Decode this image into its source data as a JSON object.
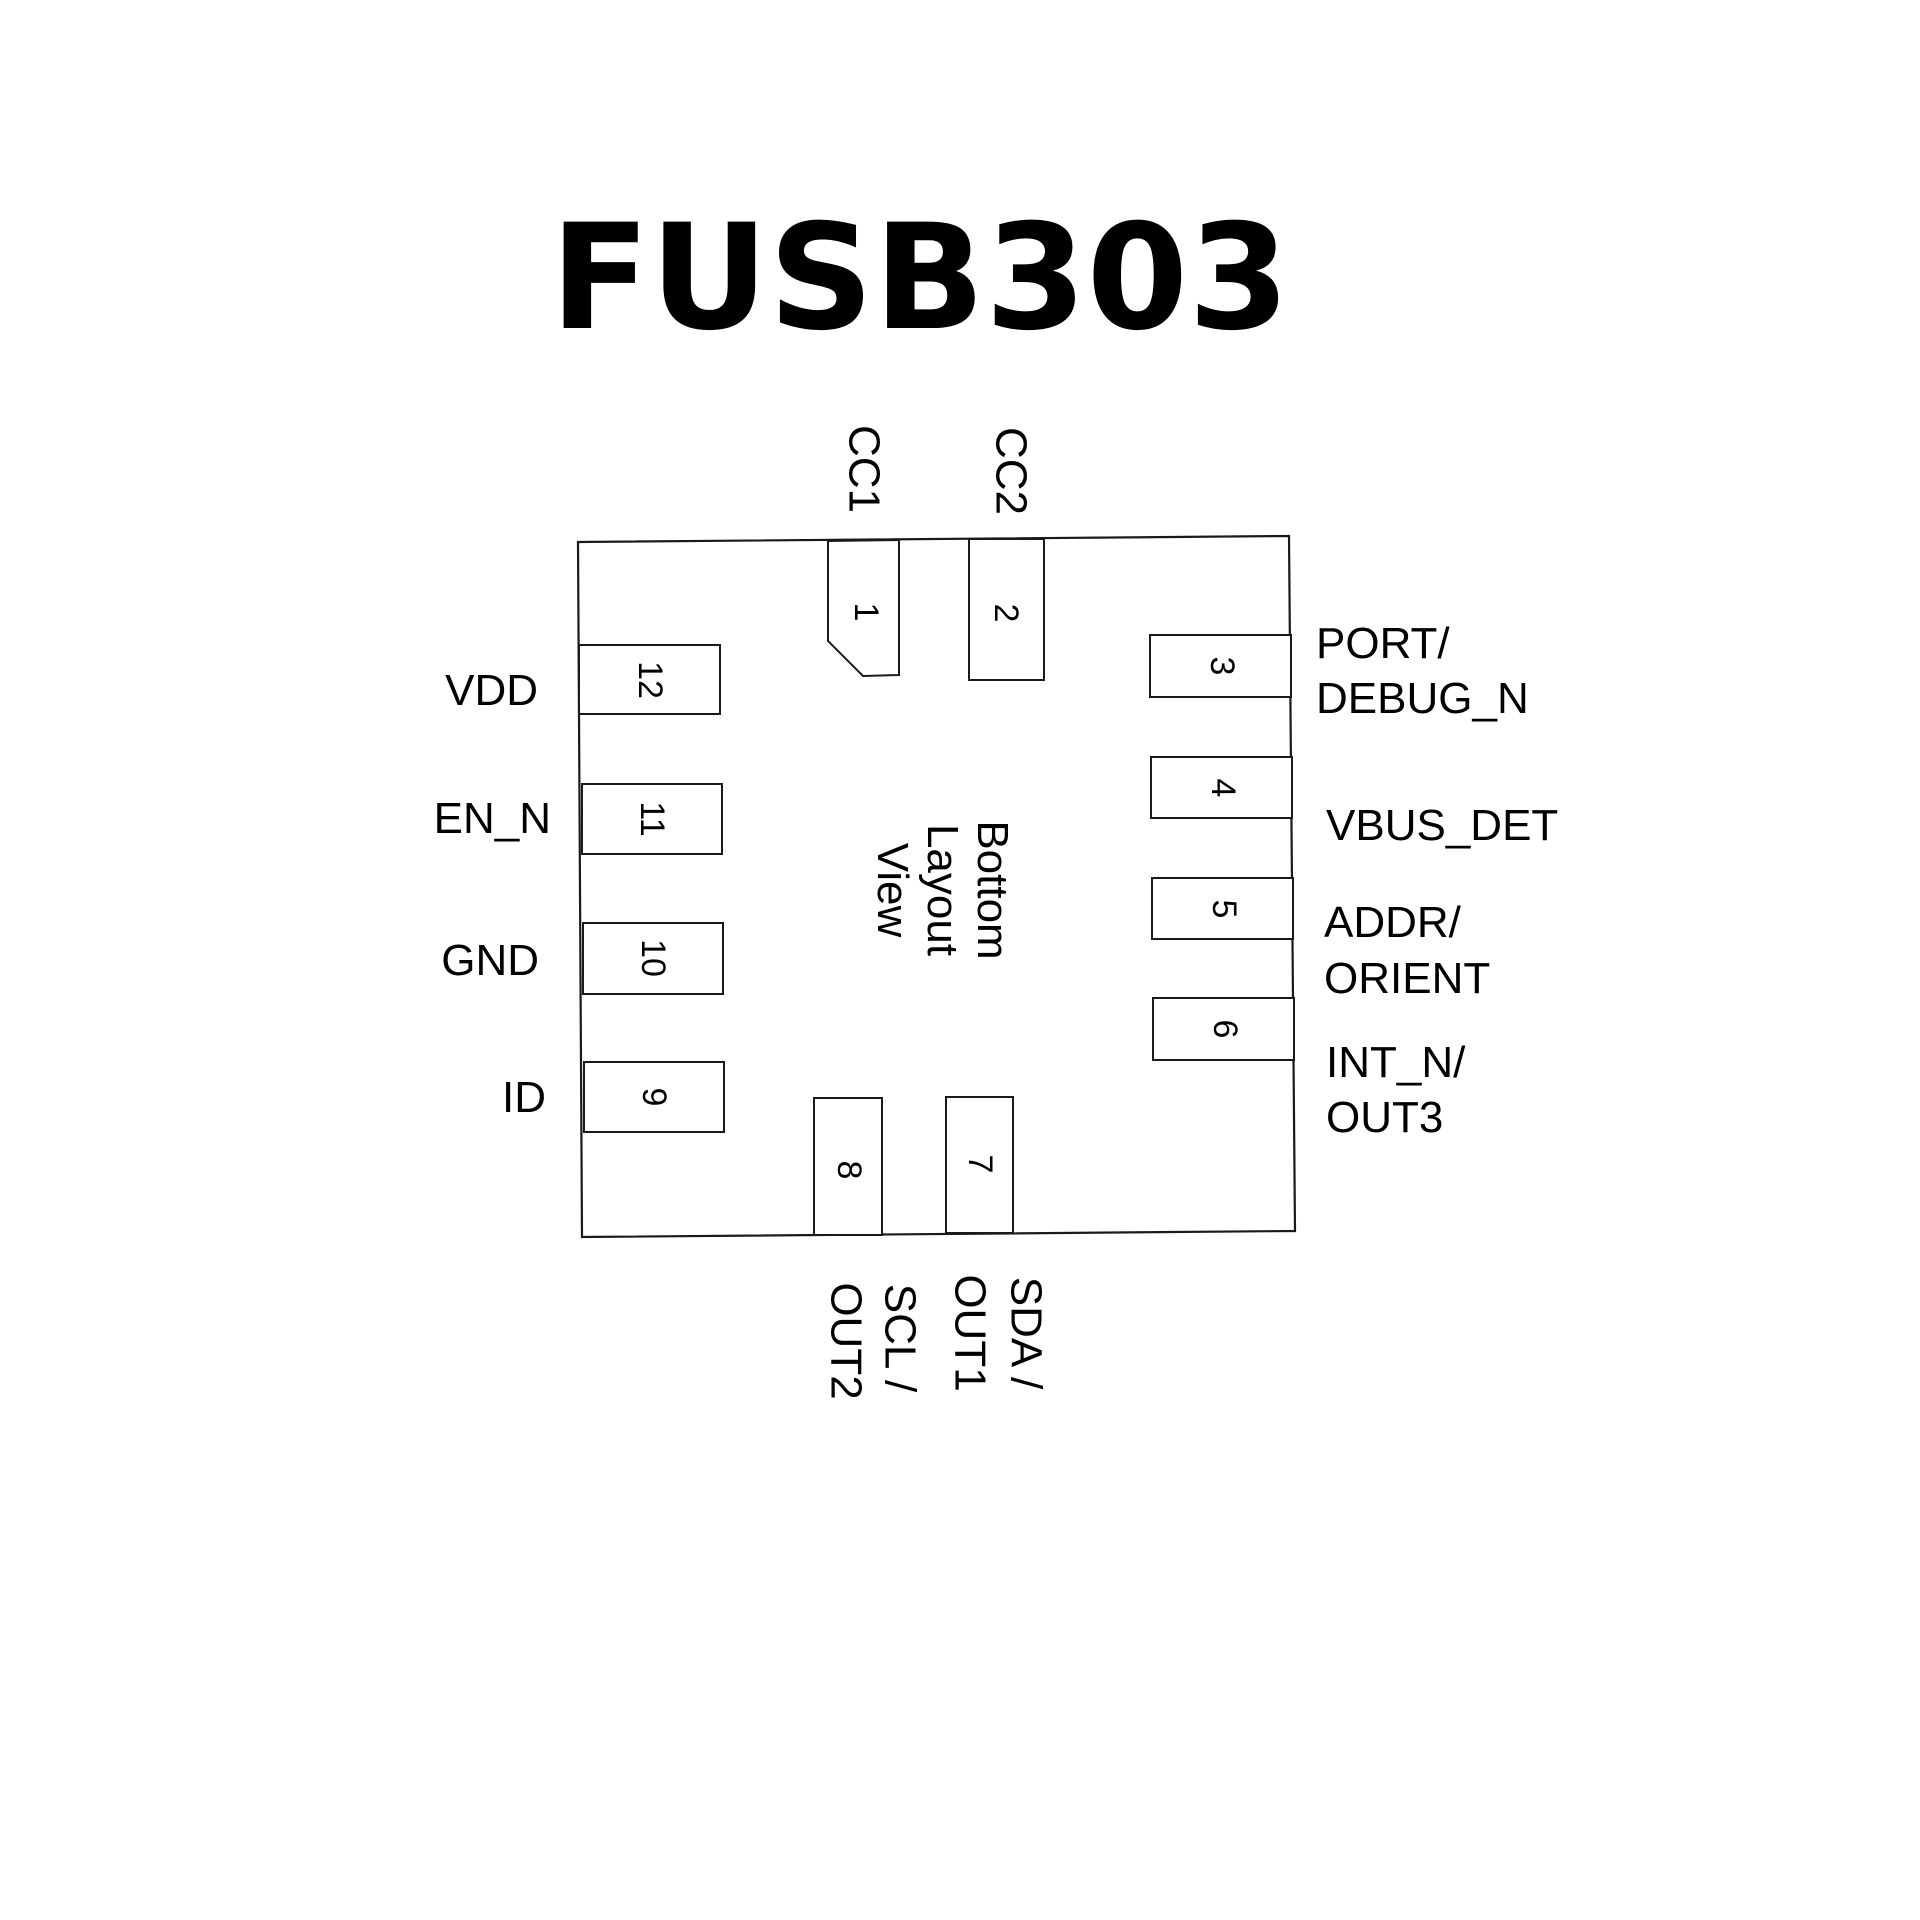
{
  "title": "FUSB303",
  "package": {
    "view_label_lines": [
      "Bottom",
      "Layout",
      "View"
    ]
  },
  "pins": [
    {
      "number": "1",
      "label_lines": [
        "CC1"
      ],
      "side": "top"
    },
    {
      "number": "2",
      "label_lines": [
        "CC2"
      ],
      "side": "top"
    },
    {
      "number": "3",
      "label_lines": [
        "PORT/",
        "DEBUG_N"
      ],
      "side": "right"
    },
    {
      "number": "4",
      "label_lines": [
        "VBUS_DET"
      ],
      "side": "right"
    },
    {
      "number": "5",
      "label_lines": [
        "ADDR/",
        "ORIENT"
      ],
      "side": "right"
    },
    {
      "number": "6",
      "label_lines": [
        "INT_N/",
        "OUT3"
      ],
      "side": "right"
    },
    {
      "number": "7",
      "label_lines": [
        "SDA /",
        "OUT1"
      ],
      "side": "bottom"
    },
    {
      "number": "8",
      "label_lines": [
        "SCL /",
        "OUT2"
      ],
      "side": "bottom"
    },
    {
      "number": "9",
      "label_lines": [
        "ID"
      ],
      "side": "left"
    },
    {
      "number": "10",
      "label_lines": [
        "GND"
      ],
      "side": "left"
    },
    {
      "number": "11",
      "label_lines": [
        "EN_N"
      ],
      "side": "left"
    },
    {
      "number": "12",
      "label_lines": [
        "VDD"
      ],
      "side": "left"
    }
  ],
  "colors": {
    "background": "#ffffff",
    "ink": "#000000"
  }
}
